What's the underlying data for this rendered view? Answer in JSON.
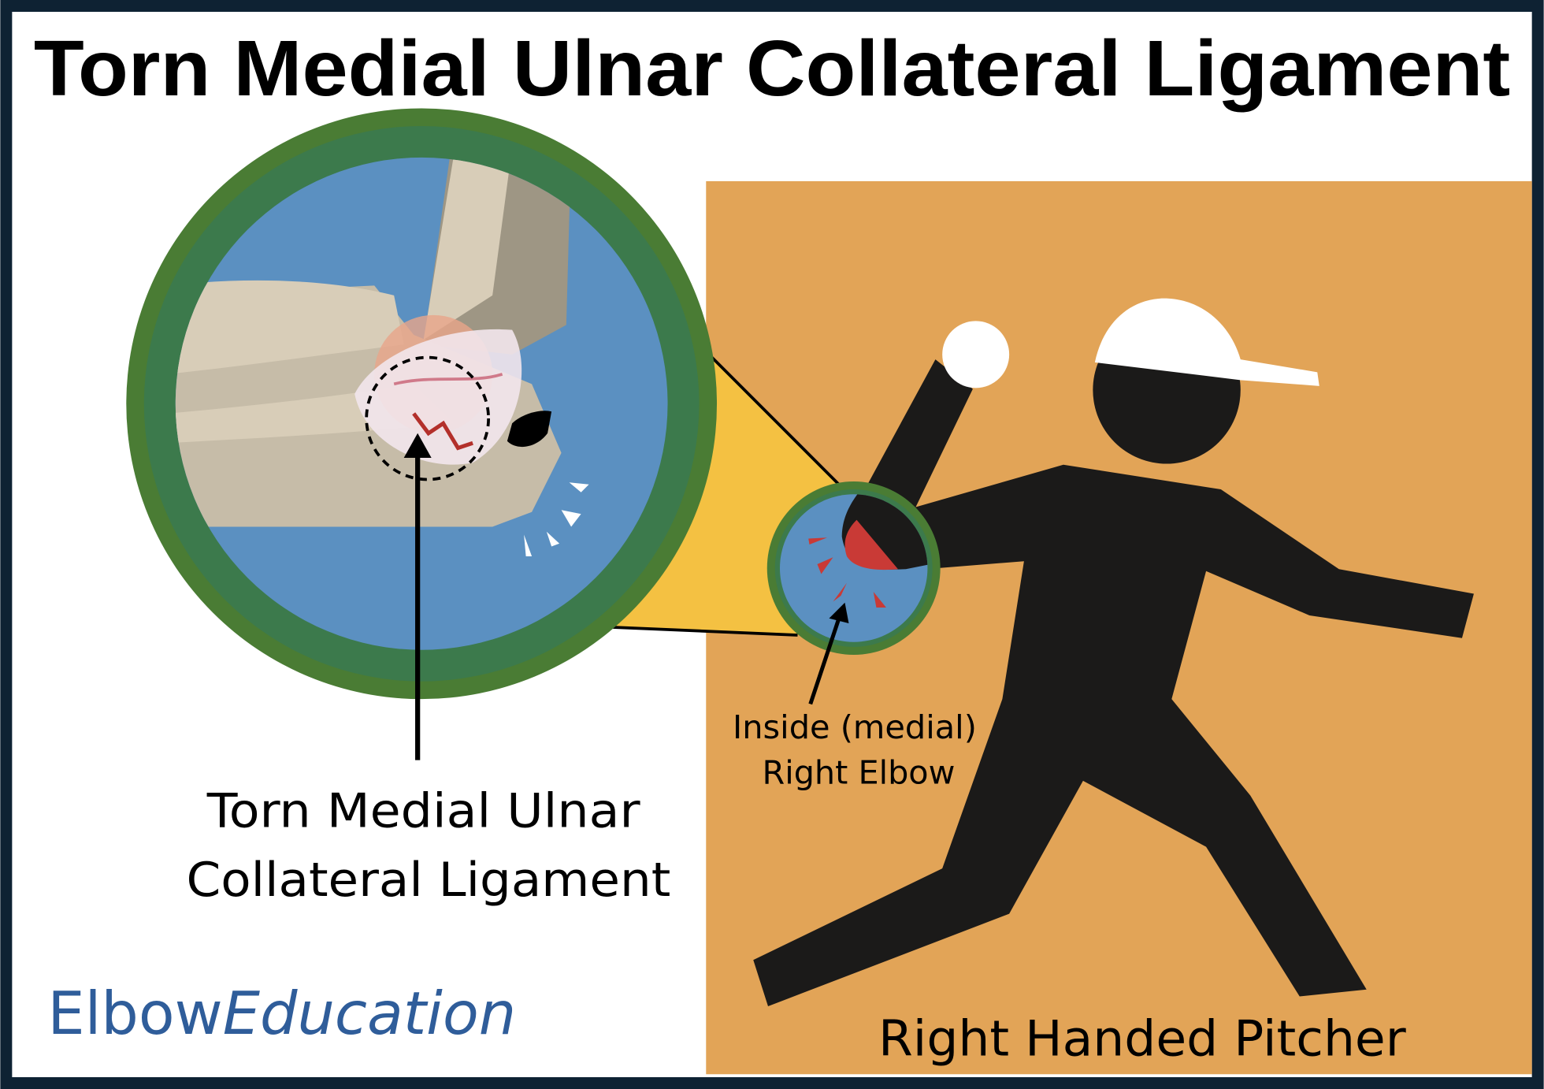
{
  "title": "Torn Medial Ulnar Collateral Ligament",
  "labels": {
    "ligament_line1": "Torn Medial Ulnar",
    "ligament_line2": "Collateral Ligament",
    "elbow_line1": "Inside (medial)",
    "elbow_line2": "Right Elbow",
    "pitcher": "Right Handed Pitcher"
  },
  "brand": {
    "part1": "Elbow",
    "part2": "Education",
    "color": "#2f5d9a"
  },
  "colors": {
    "frame": "#0e2233",
    "panel": "#e2a457",
    "ring_outer": "#4a7c34",
    "ring_inner": "#3c7a4c",
    "circle_fill": "#5b90c1",
    "zoom_cone": "#f4c142",
    "figure": "#1b1a19",
    "injury": "#c93a36"
  }
}
